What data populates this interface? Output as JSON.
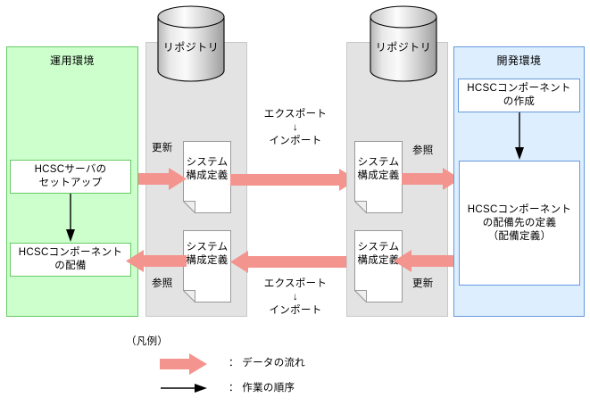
{
  "diagram": {
    "panels": {
      "operation": {
        "title": "運用環境"
      },
      "development": {
        "title": "開発環境"
      },
      "repository_left": {
        "title": "リポジトリ"
      },
      "repository_right": {
        "title": "リポジトリ"
      }
    },
    "boxes": {
      "hcsc_server_setup": "HCSCサーバの\nセットアップ",
      "hcsc_component_deploy": "HCSCコンポーネント\nの配備",
      "hcsc_component_create": "HCSCコンポーネント\nの作成",
      "hcsc_component_target": "HCSCコンポーネント\nの配備先の定義\n（配備定義）"
    },
    "documents": {
      "left_top": "システム\n構成定義",
      "left_bottom": "システム\n構成定義",
      "right_top": "システム\n構成定義",
      "right_bottom": "システム\n構成定義"
    },
    "arrow_labels": {
      "left_top_update": "更新",
      "left_bottom_reference": "参照",
      "center_top": "エクスポート\n↓\nインポート",
      "center_bottom": "エクスポート\n↓\nインポート",
      "right_top_reference": "参照",
      "right_bottom_update": "更新"
    },
    "legend": {
      "title": "（凡例）",
      "items": [
        {
          "symbol": "thick-pink-arrow",
          "label": "： データの流れ"
        },
        {
          "symbol": "thin-black-arrow",
          "label": "： 作業の順序"
        }
      ]
    },
    "colors": {
      "operation_fill": "#ccffcc",
      "operation_border": "#66cc66",
      "development_fill": "#ddeeff",
      "development_border": "#6699dd",
      "repository_fill": "#e3e3e3",
      "repository_border": "#c8c8c8",
      "data_flow_arrow": "#f4948e",
      "work_order_arrow": "#000000",
      "document_fill": "#ffffff",
      "document_border": "#999999"
    }
  }
}
